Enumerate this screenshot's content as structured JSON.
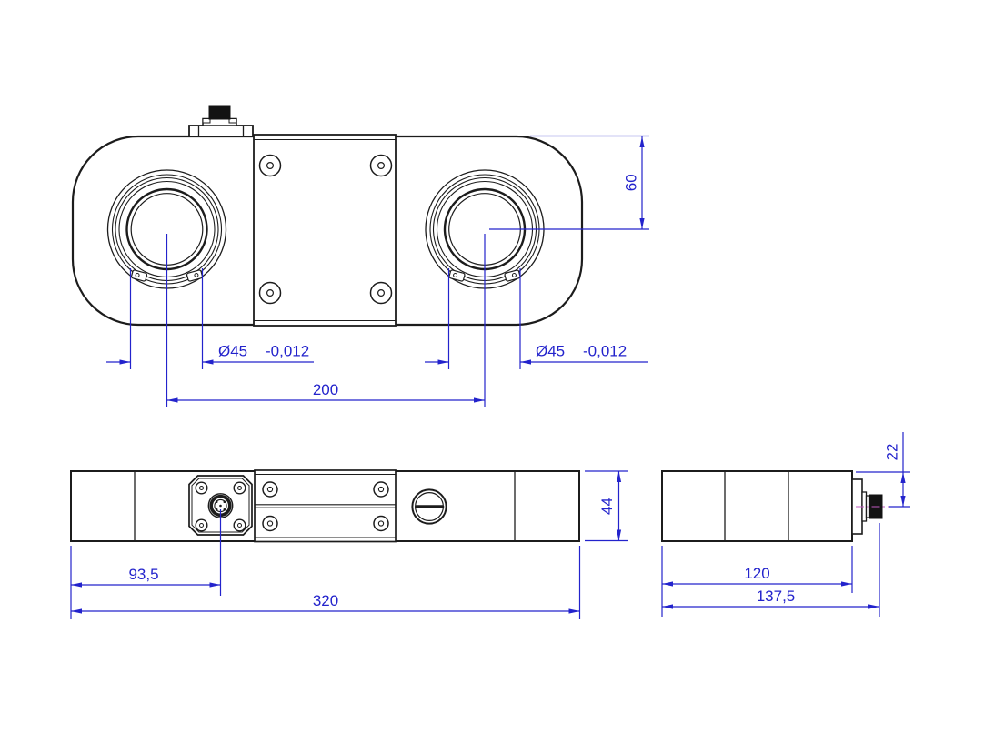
{
  "drawing": {
    "kind": "technical-orthographic-views",
    "views": [
      "top-view",
      "front-view",
      "side-view"
    ]
  },
  "colors": {
    "dimension_blue": "#2323cc",
    "line_black": "#1c1c1c",
    "centerline_magenta": "#c159c1",
    "connector_fill": "#131313",
    "background": "#ffffff"
  },
  "dimensions": {
    "top_view": {
      "center_height": "60",
      "bore_left": {
        "diameter": "Ø45",
        "tolerance": "-0,012"
      },
      "bore_right": {
        "diameter": "Ø45",
        "tolerance": "-0,012"
      },
      "bore_spacing": "200"
    },
    "front_view": {
      "connector_offset": "93,5",
      "total_length": "320",
      "height": "44"
    },
    "side_view": {
      "connector_center_offset": "22",
      "body_width": "120",
      "overall_width": "137,5"
    }
  }
}
